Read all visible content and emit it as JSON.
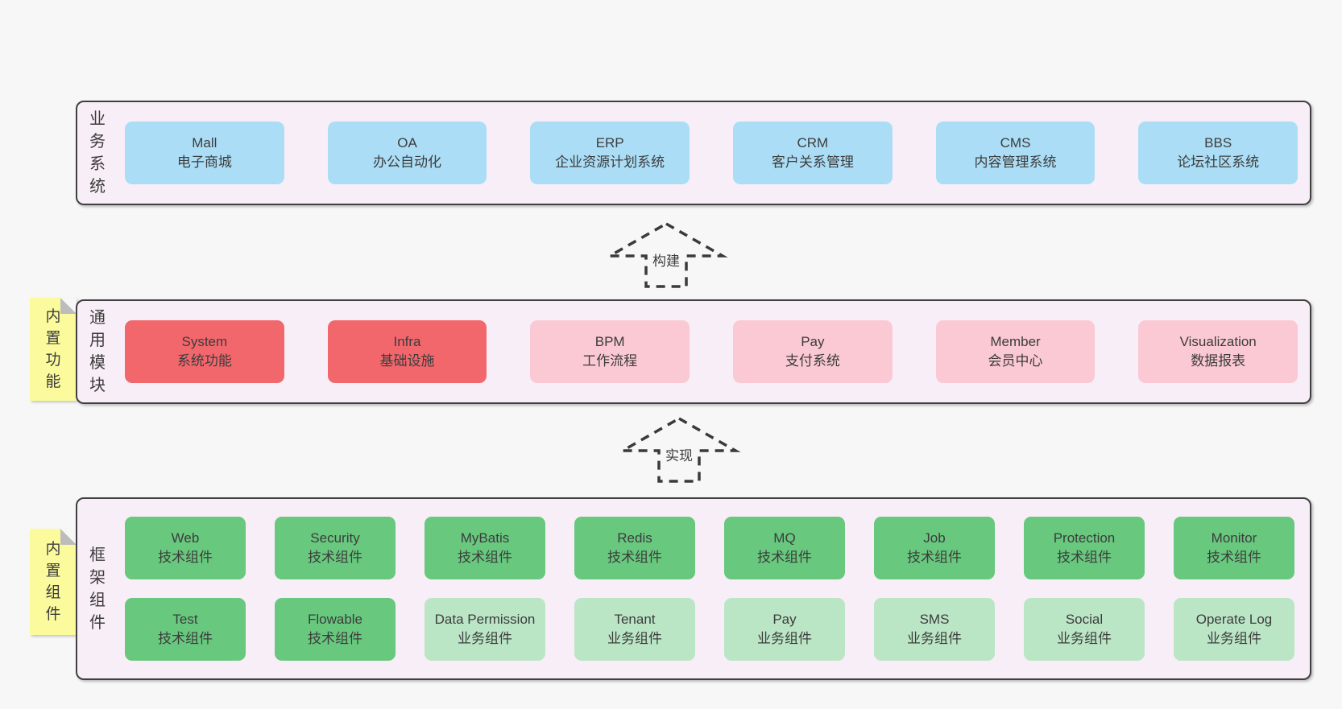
{
  "page_bg": "#f7f7f7",
  "colors": {
    "panel_bg": "#f8eef7",
    "panel_border": "#404040",
    "blue": "#abdef6",
    "red": "#f2676c",
    "pink": "#fbc9d3",
    "green_dark": "#68c87e",
    "green_light": "#bbe6c6",
    "yellow": "#fbfb9d",
    "fold_gray": "#bcbcbc",
    "text": "#3c3c3c"
  },
  "arrows": [
    {
      "id": "build",
      "label": "构建"
    },
    {
      "id": "implement",
      "label": "实现"
    }
  ],
  "sections": [
    {
      "id": "business-systems",
      "side_label": "业务系统",
      "tab_label": null,
      "rows": [
        [
          {
            "en": "Mall",
            "zh": "电子商城",
            "color": "blue"
          },
          {
            "en": "OA",
            "zh": "办公自动化",
            "color": "blue"
          },
          {
            "en": "ERP",
            "zh": "企业资源计划系统",
            "color": "blue"
          },
          {
            "en": "CRM",
            "zh": "客户关系管理",
            "color": "blue"
          },
          {
            "en": "CMS",
            "zh": "内容管理系统",
            "color": "blue"
          },
          {
            "en": "BBS",
            "zh": "论坛社区系统",
            "color": "blue"
          }
        ]
      ]
    },
    {
      "id": "common-modules",
      "side_label": "通用模块",
      "tab_label": "内置功能",
      "rows": [
        [
          {
            "en": "System",
            "zh": "系统功能",
            "color": "red"
          },
          {
            "en": "Infra",
            "zh": "基础设施",
            "color": "red"
          },
          {
            "en": "BPM",
            "zh": "工作流程",
            "color": "pink"
          },
          {
            "en": "Pay",
            "zh": "支付系统",
            "color": "pink"
          },
          {
            "en": "Member",
            "zh": "会员中心",
            "color": "pink"
          },
          {
            "en": "Visualization",
            "zh": "数据报表",
            "color": "pink"
          }
        ]
      ]
    },
    {
      "id": "framework-components",
      "side_label": "框架组件",
      "tab_label": "内置组件",
      "rows": [
        [
          {
            "en": "Web",
            "zh": "技术组件",
            "color": "green_dark"
          },
          {
            "en": "Security",
            "zh": "技术组件",
            "color": "green_dark"
          },
          {
            "en": "MyBatis",
            "zh": "技术组件",
            "color": "green_dark"
          },
          {
            "en": "Redis",
            "zh": "技术组件",
            "color": "green_dark"
          },
          {
            "en": "MQ",
            "zh": "技术组件",
            "color": "green_dark"
          },
          {
            "en": "Job",
            "zh": "技术组件",
            "color": "green_dark"
          },
          {
            "en": "Protection",
            "zh": "技术组件",
            "color": "green_dark"
          },
          {
            "en": "Monitor",
            "zh": "技术组件",
            "color": "green_dark"
          }
        ],
        [
          {
            "en": "Test",
            "zh": "技术组件",
            "color": "green_dark"
          },
          {
            "en": "Flowable",
            "zh": "技术组件",
            "color": "green_dark"
          },
          {
            "en": "Data Permission",
            "zh": "业务组件",
            "color": "green_light"
          },
          {
            "en": "Tenant",
            "zh": "业务组件",
            "color": "green_light"
          },
          {
            "en": "Pay",
            "zh": "业务组件",
            "color": "green_light"
          },
          {
            "en": "SMS",
            "zh": "业务组件",
            "color": "green_light"
          },
          {
            "en": "Social",
            "zh": "业务组件",
            "color": "green_light"
          },
          {
            "en": "Operate Log",
            "zh": "业务组件",
            "color": "green_light"
          }
        ]
      ]
    }
  ]
}
